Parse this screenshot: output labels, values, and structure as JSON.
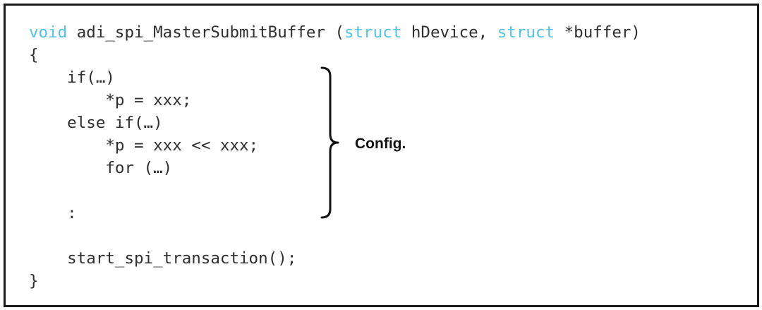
{
  "code": {
    "signature": {
      "keyword_void": "void",
      "function_name": " adi_spi_MasterSubmitBuffer (",
      "keyword_struct_1": "struct",
      "param_1": " hDevice, ",
      "keyword_struct_2": "struct",
      "param_2": " *buffer)"
    },
    "open_brace": "{",
    "lines": [
      "    if(…)",
      "        *p = xxx;",
      "    else if(…)",
      "        *p = xxx << xxx;",
      "        for (…)",
      "",
      "    :",
      "",
      "    start_spi_transaction();"
    ],
    "close_brace": "}"
  },
  "annotation": {
    "label": "Config."
  },
  "colors": {
    "keyword": "#4fc3e8",
    "code_text": "#2f2f2f",
    "border": "#1a1a1a"
  }
}
